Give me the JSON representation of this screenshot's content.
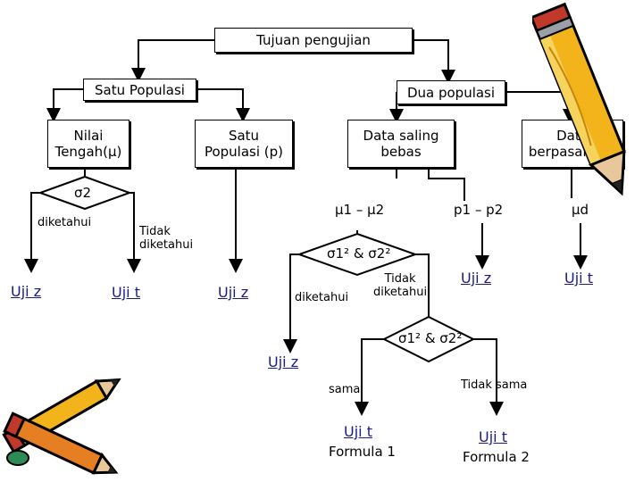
{
  "boxes": {
    "root": "Tujuan pengujian",
    "satu_populasi": "Satu Populasi",
    "dua_populasi": "Dua populasi",
    "nilai_tengah_line1": "Nilai",
    "nilai_tengah_line2": "Tengah(μ)",
    "satu_populasi_p_line1": "Satu",
    "satu_populasi_p_line2": "Populasi (p)",
    "data_saling_bebas_line1": "Data saling",
    "data_saling_bebas_line2": "bebas",
    "data_berpasangan_line1": "Data",
    "data_berpasangan_line2": "berpasangan"
  },
  "symbols": {
    "sigma2": "σ2",
    "mu1_mu2": "μ1 – μ2",
    "p1_p2": "p1 – p2",
    "mu_d": "μd",
    "sigma_pair_a": "σ1² & σ2²",
    "sigma_pair_b": "σ1² & σ2²"
  },
  "labels": {
    "diketahui_left": "diketahui",
    "tidak_diketahui_left_1": "Tidak",
    "tidak_diketahui_left_2": "diketahui",
    "diketahui_mid": "diketahui",
    "tidak_diketahui_mid_1": "Tidak",
    "tidak_diketahui_mid_2": "diketahui",
    "sama": "sama",
    "tidak_sama": "Tidak sama"
  },
  "tests": {
    "uji_z_1": "Uji z",
    "uji_t_1": "Uji t",
    "uji_z_2": "Uji z",
    "uji_z_3": "Uji z",
    "uji_t_2": "Uji t",
    "uji_z_4": "Uji z",
    "uji_t_f1": "Uji t",
    "uji_t_f2": "Uji t"
  },
  "formulas": {
    "formula_1": "Formula 1",
    "formula_2": "Formula 2"
  },
  "colors": {
    "line": "#000000",
    "test_text": "#1a1a8c"
  },
  "icons": {
    "top_right": "pencil-icon",
    "bottom_left": "pencils-icon"
  }
}
